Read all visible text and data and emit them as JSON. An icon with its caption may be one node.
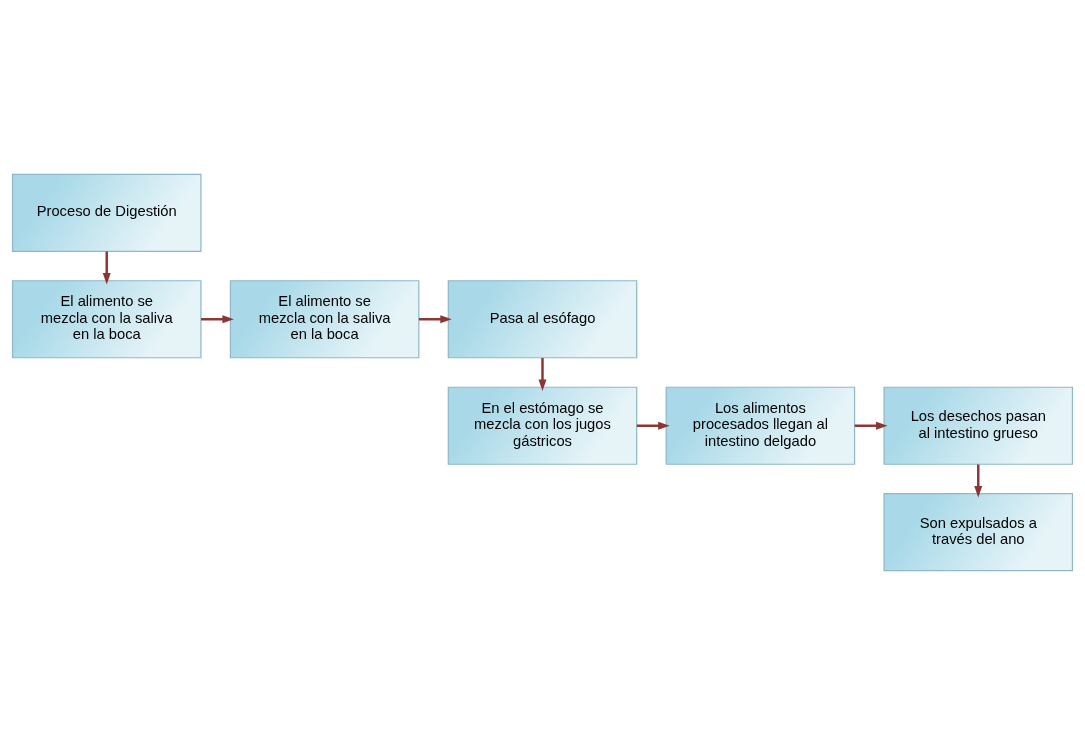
{
  "diagram": {
    "nodes": [
      {
        "text": [
          "Proceso de Digestión"
        ]
      },
      {
        "text": [
          "El alimento se mezcla con la saliva en la boca"
        ]
      },
      {
        "text": [
          "El alimento se mezcla con la saliva en la boca"
        ]
      },
      {
        "text": [
          "Pasa al esófago"
        ]
      },
      {
        "text": [
          "En el estómago se mezcla con los jugos gástricos"
        ]
      },
      {
        "text": [
          "Los alimentos procesados llegan al intestino delgado"
        ]
      },
      {
        "text": [
          "Los desechos pasan al intestino grueso"
        ]
      },
      {
        "text": [
          "Son expulsados a través del ano"
        ]
      }
    ],
    "edges": [
      {
        "from": 0,
        "to": 1,
        "arrow": "to"
      },
      {
        "from": 1,
        "to": 2,
        "arrow": "to"
      },
      {
        "from": 2,
        "to": 3,
        "arrow": "to"
      },
      {
        "from": 3,
        "to": 4,
        "arrow": "to"
      },
      {
        "from": 4,
        "to": 5,
        "arrow": "to"
      },
      {
        "from": 5,
        "to": 6,
        "arrow": "to"
      },
      {
        "from": 6,
        "to": 7,
        "arrow": "to"
      }
    ]
  }
}
